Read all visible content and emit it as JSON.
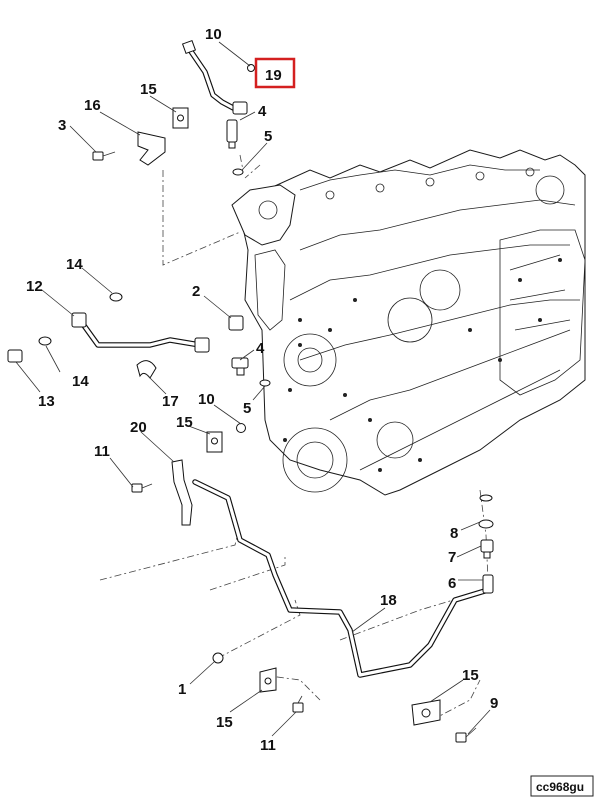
{
  "diagram": {
    "callouts": [
      {
        "id": "c10a",
        "text": "10"
      },
      {
        "id": "c19",
        "text": "19",
        "highlighted": true
      },
      {
        "id": "c15a",
        "text": "15"
      },
      {
        "id": "c16",
        "text": "16"
      },
      {
        "id": "c4a",
        "text": "4"
      },
      {
        "id": "c3",
        "text": "3"
      },
      {
        "id": "c5a",
        "text": "5"
      },
      {
        "id": "c14a",
        "text": "14"
      },
      {
        "id": "c12",
        "text": "12"
      },
      {
        "id": "c2",
        "text": "2"
      },
      {
        "id": "c14b",
        "text": "14"
      },
      {
        "id": "c4b",
        "text": "4"
      },
      {
        "id": "c13",
        "text": "13"
      },
      {
        "id": "c17",
        "text": "17"
      },
      {
        "id": "c5b",
        "text": "5"
      },
      {
        "id": "c10b",
        "text": "10"
      },
      {
        "id": "c20",
        "text": "20"
      },
      {
        "id": "c15b",
        "text": "15"
      },
      {
        "id": "c11a",
        "text": "11"
      },
      {
        "id": "c8",
        "text": "8"
      },
      {
        "id": "c7",
        "text": "7"
      },
      {
        "id": "c6",
        "text": "6"
      },
      {
        "id": "c18",
        "text": "18"
      },
      {
        "id": "c1",
        "text": "1"
      },
      {
        "id": "c15c",
        "text": "15"
      },
      {
        "id": "c15d",
        "text": "15"
      },
      {
        "id": "c9",
        "text": "9"
      },
      {
        "id": "c11b",
        "text": "11"
      }
    ],
    "drawing_code": "cc968gu",
    "highlight_color": "#d42020"
  }
}
